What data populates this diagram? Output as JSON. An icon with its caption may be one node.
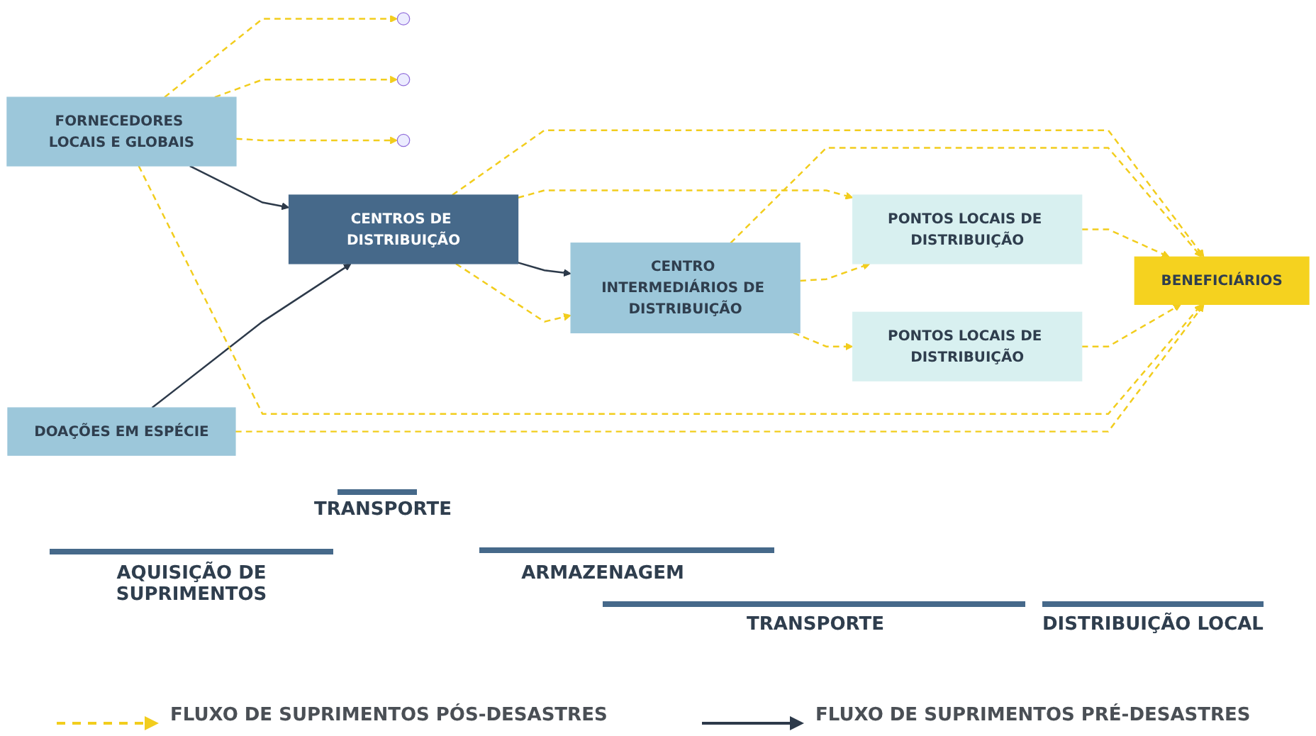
{
  "diagram": {
    "nodes": [
      {
        "text": [
          "FORNECEDORES LOCAIS E GLOBAIS"
        ]
      },
      {
        "text": [
          "DOAÇÕES EM ESPÉCIE"
        ]
      },
      {
        "text": [
          "CENTROS DE DISTRIBUIÇÃO"
        ]
      },
      {
        "text": [
          "CENTRO INTERMEDIÁRIOS DE DISTRIBUIÇÃO"
        ]
      },
      {
        "text": [
          "PONTOS LOCAIS DE DISTRIBUIÇÃO"
        ]
      },
      {
        "text": [
          "PONTOS LOCAIS DE DISTRIBUIÇÃO"
        ]
      },
      {
        "text": [
          "BENEFICIÁRIOS"
        ]
      }
    ],
    "edges": [
      {
        "from": 0,
        "to": 2,
        "arrow": "to",
        "color": "#2d3a4a"
      },
      {
        "from": 1,
        "to": 2,
        "arrow": "to",
        "color": "#2d3a4a"
      },
      {
        "from": 2,
        "to": 3,
        "arrow": "to",
        "color": "#2d3a4a"
      },
      {
        "from": 2,
        "to": 3,
        "arrow": "to",
        "style": "dashed"
      },
      {
        "from": 2,
        "to": 4,
        "arrow": "to",
        "style": "dashed"
      },
      {
        "from": 2,
        "to": 6,
        "arrow": "to",
        "style": "dashed"
      },
      {
        "from": 3,
        "to": 4,
        "arrow": "to",
        "style": "dashed"
      },
      {
        "from": 3,
        "to": 6,
        "arrow": "to",
        "style": "dashed"
      },
      {
        "from": 3,
        "to": 5,
        "arrow": "to",
        "style": "dashed"
      },
      {
        "from": 4,
        "to": 6,
        "arrow": "to",
        "style": "dashed"
      },
      {
        "from": 5,
        "to": 6,
        "arrow": "to",
        "style": "dashed"
      },
      {
        "from": 0,
        "to": 6,
        "arrow": "to",
        "style": "dashed"
      },
      {
        "from": 1,
        "to": 6,
        "arrow": "to",
        "style": "dashed"
      },
      {
        "from": 0,
        "to": null,
        "arrow": "to",
        "style": "dashed"
      },
      {
        "from": 0,
        "to": null,
        "arrow": "to",
        "style": "dashed"
      },
      {
        "from": 0,
        "to": null,
        "arrow": "to",
        "style": "dashed"
      }
    ],
    "labels": [
      "TRANSPORTE",
      "AQUISIÇÃO DE SUPRIMENTOS",
      "ARMAZENAGEM",
      "TRANSPORTE",
      "DISTRIBUIÇÃO LOCAL"
    ],
    "legend": [
      {
        "text": "FLUXO DE SUPRIMENTOS PÓS-DESASTRES"
      },
      {
        "text": "FLUXO DE SUPRIMENTOS PRÉ-DESASTRES"
      }
    ]
  }
}
